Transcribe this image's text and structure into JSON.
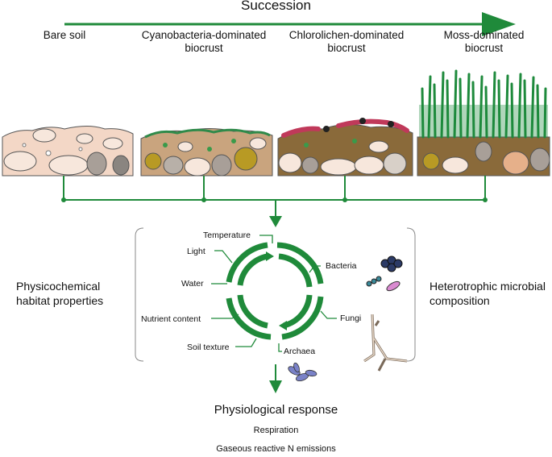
{
  "succession_label": "Succession",
  "stages": [
    {
      "line1": "Bare soil",
      "line2": ""
    },
    {
      "line1": "Cyanobacteria-dominated",
      "line2": "biocrust"
    },
    {
      "line1": "Chlorolichen-dominated",
      "line2": "biocrust"
    },
    {
      "line1": "Moss-dominated",
      "line2": "biocrust"
    }
  ],
  "left_group": {
    "line1": "Physicochemical",
    "line2": "habitat properties"
  },
  "right_group": {
    "line1": "Heterotrophic microbial",
    "line2": "composition"
  },
  "habitat_properties": [
    "Temperature",
    "Light",
    "Water",
    "Nutrient content",
    "Soil texture"
  ],
  "microbial_groups": [
    "Bacteria",
    "Fungi",
    "Archaea"
  ],
  "response": {
    "title": "Physiological response",
    "items": [
      "Respiration",
      "Gaseous reactive N emissions"
    ]
  },
  "colors": {
    "accent_green": "#1f8a3a",
    "soil_bare": "#f3d7c6",
    "soil_crust": "#c9a47e",
    "soil_dark": "#8a6a3a",
    "moss": "#1e8a3c",
    "lichen": "#c0395a",
    "bacteria": "#2b3a66",
    "archaea": "#7a82c8",
    "fungi": "#e2cfc0"
  }
}
